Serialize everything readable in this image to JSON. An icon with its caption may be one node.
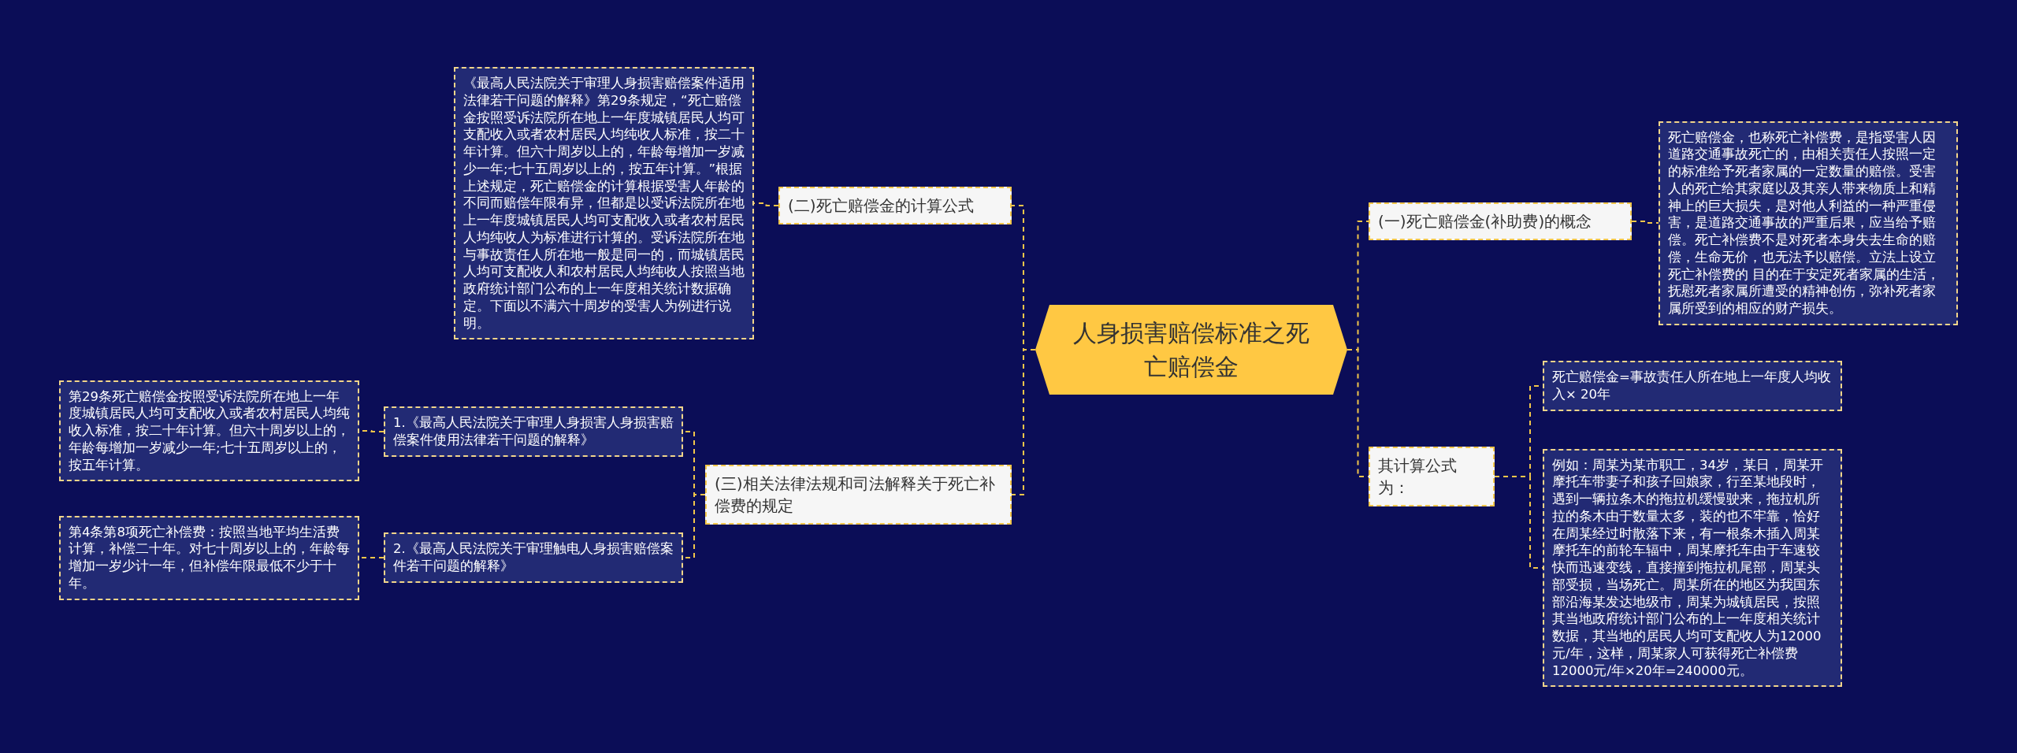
{
  "diagram": {
    "nodes": [
      {
        "text": [
          "人身损害赔偿标准之死亡赔偿金"
        ]
      },
      {
        "text": [
          "(二)死亡赔偿金的计算公式"
        ]
      },
      {
        "text": [
          "《最高人民法院关于审理人身损害赔偿案件适用法律若干问题的解释》第29条规定，“死亡赔偿金按照受诉法院所在地上一年度城镇居民人均可支配收入或者农村居民人均纯收人标准，按二十年计算。但六十周岁以上的，年龄每增加一岁减少一年;七十五周岁以上的，按五年计算。”根据上述规定，死亡赔偿金的计算根据受害人年龄的不同而赔偿年限有异，但都是以受诉法院所在地上一年度城镇居民人均可支配收入或者农村居民人均纯收人为标准进行计算的。受诉法院所在地与事故责任人所在地一般是同一的，而城镇居民人均可支配收人和农村居民人均纯收人按照当地政府统计部门公布的上一年度相关统计数据确定。下面以不满六十周岁的受害人为例进行说明。"
        ]
      },
      {
        "text": [
          "(三)相关法律法规和司法解释关于死亡补偿费的规定"
        ]
      },
      {
        "text": [
          "1.《最高人民法院关于审理人身损害人身损害赔偿案件使用法律若干问题的解释》"
        ]
      },
      {
        "text": [
          "第29条死亡赔偿金按照受诉法院所在地上一年度城镇居民人均可支配收入或者农村居民人均纯收入标准，按二十年计算。但六十周岁以上的，年龄每增加一岁减少一年;七十五周岁以上的，按五年计算。"
        ]
      },
      {
        "text": [
          "2.《最高人民法院关于审理触电人身损害赔偿案件若干问题的解释》"
        ]
      },
      {
        "text": [
          "第4条第8项死亡补偿费：按照当地平均生活费计算，补偿二十年。对七十周岁以上的，年龄每增加一岁少计一年，但补偿年限最低不少于十年。"
        ]
      },
      {
        "text": [
          "(一)死亡赔偿金(补助费)的概念"
        ]
      },
      {
        "text": [
          "死亡赔偿金，也称死亡补偿费，是指受害人因道路交通事故死亡的，由相关责任人按照一定的标准给予死者家属的一定数量的赔偿。受害人的死亡给其家庭以及其亲人带来物质上和精神上的巨大损失，是对他人利益的一种严重侵害，是道路交通事故的严重后果，应当给予赔偿。死亡补偿费不是对死者本身失去生命的赔偿，生命无价，也无法予以赔偿。立法上设立死亡补偿费的 目的在于安定死者家属的生活，抚慰死者家属所遭受的精神创伤，弥补死者家属所受到的相应的财产损失。"
        ]
      },
      {
        "text": [
          "其计算公式为："
        ]
      },
      {
        "text": [
          "死亡赔偿金=事故责任人所在地上一年度人均收入× 20年"
        ]
      },
      {
        "text": [
          "例如：周某为某市职工，34岁，某日，周某开摩托车带妻子和孩子回娘家，行至某地段时，遇到一辆拉条木的拖拉机缓慢驶来，拖拉机所拉的条木由于数量太多，装的也不牢靠，恰好在周某经过时散落下来，有一根条木插入周某摩托车的前轮车辐中，周某摩托车由于车速较快而迅速变线，直接撞到拖拉机尾部，周某头部受损，当场死亡。周某所在的地区为我国东部沿海某发达地级市，周某为城镇居民，按照其当地政府统计部门公布的上一年度相关统计数据，其当地的居民人均可支配收人为12000元/年，这样，周某家人可获得死亡补偿费12000元/年×20年=240000元。"
        ]
      }
    ],
    "edges": [
      {
        "from": 0,
        "to": 1,
        "arrow": "none",
        "style": "dashed"
      },
      {
        "from": 1,
        "to": 2,
        "arrow": "none",
        "style": "dashed"
      },
      {
        "from": 0,
        "to": 3,
        "arrow": "none",
        "style": "dashed"
      },
      {
        "from": 3,
        "to": 4,
        "arrow": "none",
        "style": "dashed"
      },
      {
        "from": 4,
        "to": 5,
        "arrow": "none",
        "style": "dashed"
      },
      {
        "from": 3,
        "to": 6,
        "arrow": "none",
        "style": "dashed"
      },
      {
        "from": 6,
        "to": 7,
        "arrow": "none",
        "style": "dashed"
      },
      {
        "from": 0,
        "to": 8,
        "arrow": "none",
        "style": "dashed"
      },
      {
        "from": 8,
        "to": 9,
        "arrow": "none",
        "style": "dashed"
      },
      {
        "from": 0,
        "to": 10,
        "arrow": "none",
        "style": "dashed"
      },
      {
        "from": 10,
        "to": 11,
        "arrow": "none",
        "style": "dashed"
      },
      {
        "from": 10,
        "to": 12,
        "arrow": "none",
        "style": "dashed"
      }
    ]
  }
}
